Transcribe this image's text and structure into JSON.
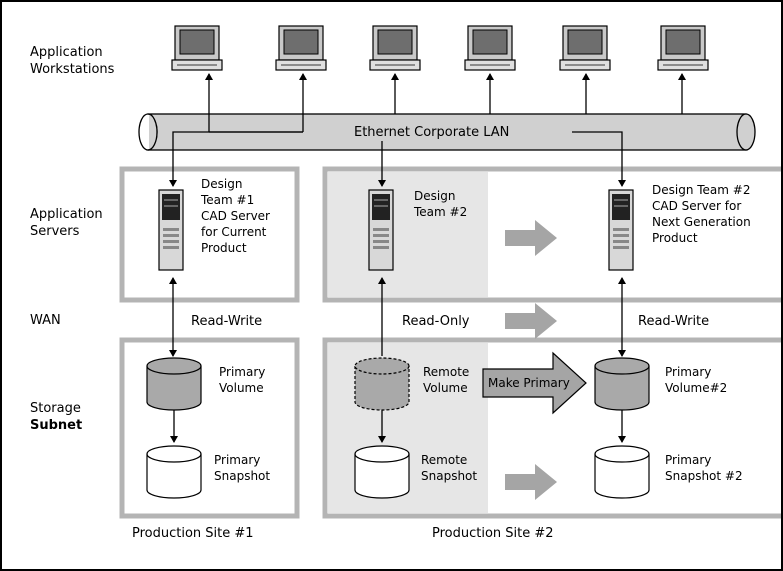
{
  "rows": {
    "workstations": [
      "Application",
      "Workstations"
    ],
    "servers": [
      "Application",
      "Servers"
    ],
    "wan": "WAN",
    "storage": [
      "Storage",
      "Subnet"
    ]
  },
  "lan_label": "Ethernet Corporate LAN",
  "servers": {
    "s1": [
      "Design",
      "Team #1",
      "CAD Server",
      "for Current",
      "Product"
    ],
    "s2": [
      "Design",
      "Team #2"
    ],
    "s3": [
      "Design Team #2",
      "CAD Server for",
      "Next Generation",
      "Product"
    ]
  },
  "links": {
    "rw1": "Read-Write",
    "ro": "Read-Only",
    "rw2": "Read-Write"
  },
  "volumes": {
    "pv": [
      "Primary",
      "Volume"
    ],
    "ps": [
      "Primary",
      "Snapshot"
    ],
    "rv": [
      "Remote",
      "Volume"
    ],
    "rs": [
      "Remote",
      "Snapshot"
    ],
    "pv2": [
      "Primary",
      "Volume#2"
    ],
    "ps2": [
      "Primary",
      "Snapshot #2"
    ]
  },
  "make_primary": "Make Primary",
  "sites": {
    "site1": "Production Site #1",
    "site2": "Production Site #2"
  },
  "colors": {
    "site_border": "#b4b4b4",
    "shade": "#e6e6e6",
    "arrow": "#a5a5a5",
    "volume_fill": "#a9a9a9",
    "pipe": "#d0d0d0"
  }
}
